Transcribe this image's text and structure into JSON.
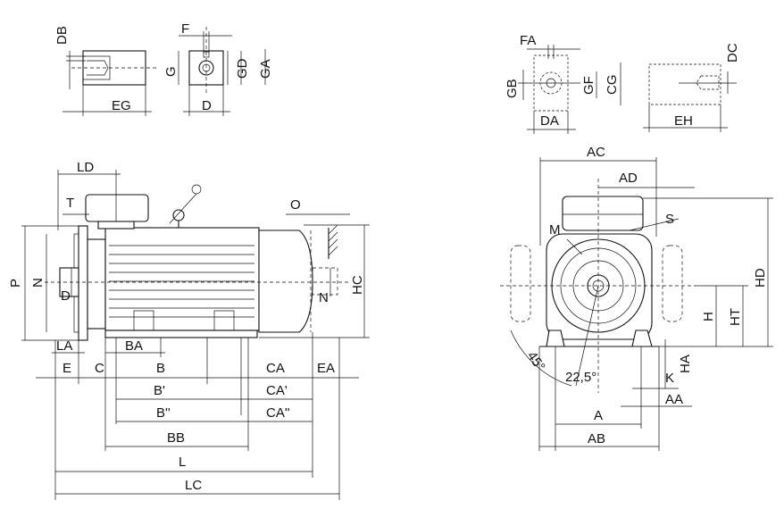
{
  "labels": {
    "DB": "DB",
    "F": "F",
    "G": "G",
    "GD": "GD",
    "GA": "GA",
    "EG": "EG",
    "D_shaft": "D",
    "FA": "FA",
    "GB": "GB",
    "GF": "GF",
    "CG": "CG",
    "DA": "DA",
    "DC": "DC",
    "EH": "EH",
    "LD": "LD",
    "T": "T",
    "O": "O",
    "P": "P",
    "N_left": "N",
    "D_left": "D",
    "N_right": "N",
    "HC": "HC",
    "LA": "LA",
    "BA": "BA",
    "E": "E",
    "C": "C",
    "B": "B",
    "CA": "CA",
    "EA": "EA",
    "B1": "B'",
    "CA1": "CA'",
    "B2": "B''",
    "CA2": "CA''",
    "BB": "BB",
    "L": "L",
    "LC": "LC",
    "AC": "AC",
    "AD": "AD",
    "S": "S",
    "M": "M",
    "HD": "HD",
    "HT": "HT",
    "H": "H",
    "angle45": "45°",
    "angle22": "22,5°",
    "HA": "HA",
    "K": "K",
    "A": "A",
    "AA": "AA",
    "AB": "AB"
  }
}
